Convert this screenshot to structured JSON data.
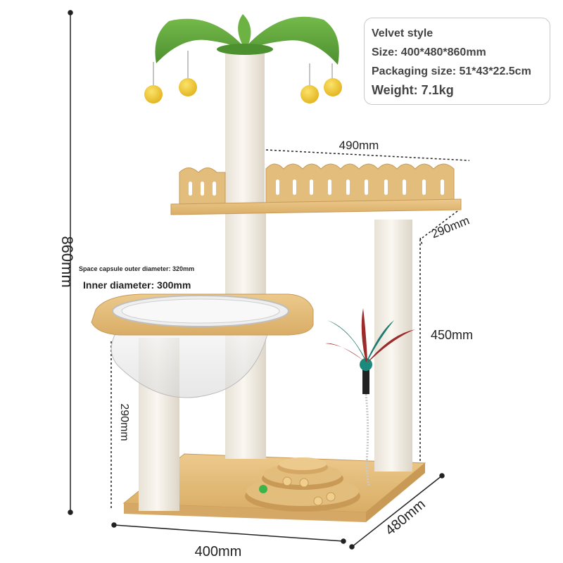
{
  "specs": {
    "style": "Velvet style",
    "size": "Size: 400*480*860mm",
    "packaging": "Packaging size: 51*43*22.5cm",
    "weight": "Weight: 7.1kg"
  },
  "dimensions": {
    "total_height": "860mm",
    "top_width": "490mm",
    "top_depth": "290mm",
    "post_height": "450mm",
    "capsule_height": "290mm",
    "base_width": "400mm",
    "base_depth": "480mm",
    "capsule_outer": "Space capsule outer diameter: 320mm",
    "capsule_inner": "Inner diameter: 300mm"
  },
  "colors": {
    "wood": "#e2bd7c",
    "wood_dark": "#c99a55",
    "sisal": "#f1ece3",
    "leaf": "#5fa63a",
    "pompom": "#f2cd2e",
    "feather_teal": "#1f7a6e",
    "feather_red": "#9c2b2b"
  }
}
